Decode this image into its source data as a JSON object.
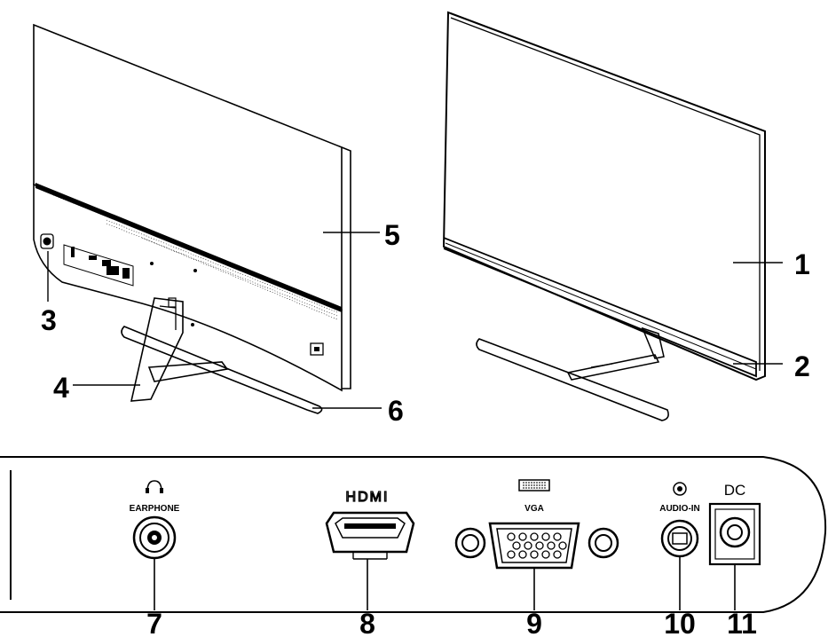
{
  "callouts": {
    "c1": "1",
    "c2": "2",
    "c3": "3",
    "c4": "4",
    "c5": "5",
    "c6": "6",
    "c7": "7",
    "c8": "8",
    "c9": "9",
    "c10": "10",
    "c11": "11"
  },
  "ports": {
    "earphone": "EARPHONE",
    "hdmi": "HDMI",
    "vga": "VGA",
    "audio_in": "AUDIO-IN",
    "dc": "DC"
  },
  "icons": {
    "headphone": "headphone-icon",
    "vga_port": "vga-port-icon",
    "audio_jack": "audio-jack-icon",
    "lock": "kensington-lock-icon"
  }
}
